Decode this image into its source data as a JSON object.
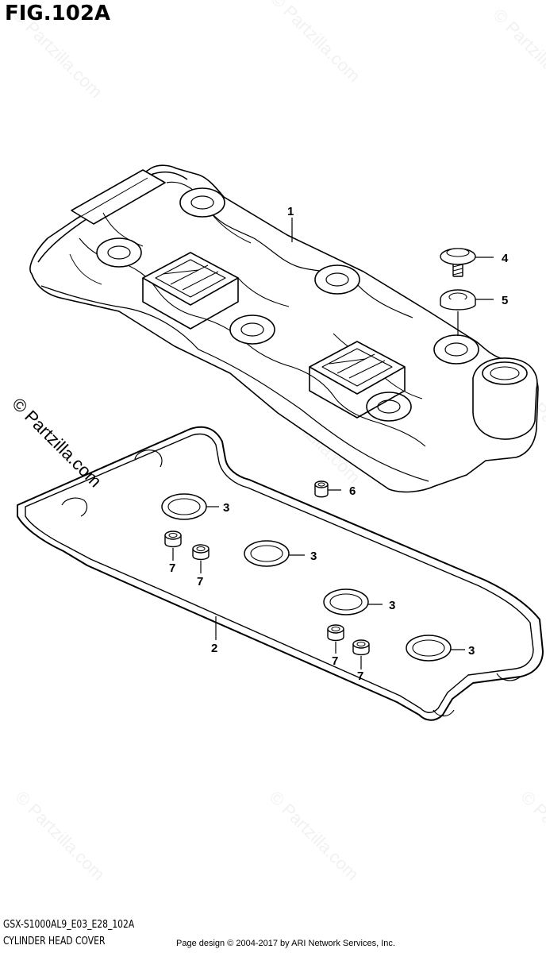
{
  "figure": {
    "title": "FIG.102A",
    "code": "GSX-S1000AL9_E03_E28_102A",
    "name": "CYLINDER HEAD COVER",
    "credit": "Page design © 2004-2017 by ARI Network Services, Inc."
  },
  "watermark": {
    "text": "© Partzilla.com"
  },
  "callouts": {
    "c1": "1",
    "c2": "2",
    "c3a": "3",
    "c3b": "3",
    "c3c": "3",
    "c3d": "3",
    "c4": "4",
    "c5": "5",
    "c6": "6",
    "c7a": "7",
    "c7b": "7",
    "c7c": "7",
    "c7d": "7"
  }
}
